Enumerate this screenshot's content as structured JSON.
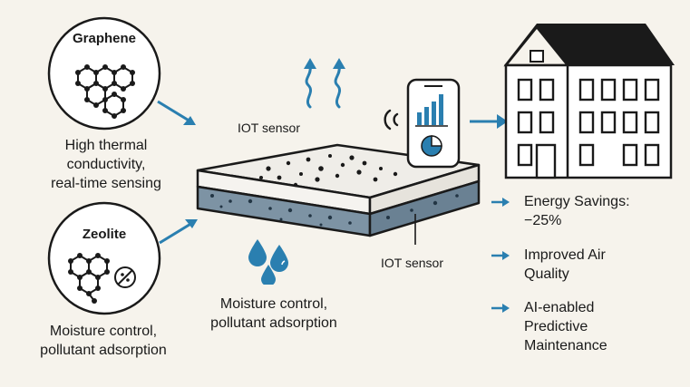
{
  "graphene": {
    "title": "Graphene",
    "description_line1": "High thermal",
    "description_line2": "conductivity,",
    "description_line3": "real-time sensing"
  },
  "zeolite": {
    "title": "Zeolite",
    "description_line1": "Moisture control,",
    "description_line2": "pollutant adsorption"
  },
  "panel": {
    "sensor_label_top": "IOT sensor",
    "sensor_label_bottom": "IOT sensor",
    "moisture_line1": "Moisture control,",
    "moisture_line2": "pollutant adsorption"
  },
  "benefits": [
    {
      "lines": [
        "Energy Savings:",
        "−25%"
      ]
    },
    {
      "lines": [
        "Improved Air",
        "Quality"
      ]
    },
    {
      "lines": [
        "AI-enabled",
        "Predictive",
        "Maintenance"
      ]
    }
  ],
  "colors": {
    "accent_blue": "#2a7fb0",
    "panel_top": "#efede8",
    "panel_bottom": "#7d93a4",
    "ink": "#1a1a1a",
    "background": "#f6f3ec"
  },
  "icons": [
    "graphene-lattice-icon",
    "zeolite-lattice-icon",
    "blocked-pollutant-icon",
    "heat-arrow-icon",
    "water-drop-icon",
    "smartphone-icon",
    "wifi-signal-icon",
    "bar-chart-icon",
    "pie-chart-icon",
    "house-icon",
    "arrow-right-icon"
  ]
}
